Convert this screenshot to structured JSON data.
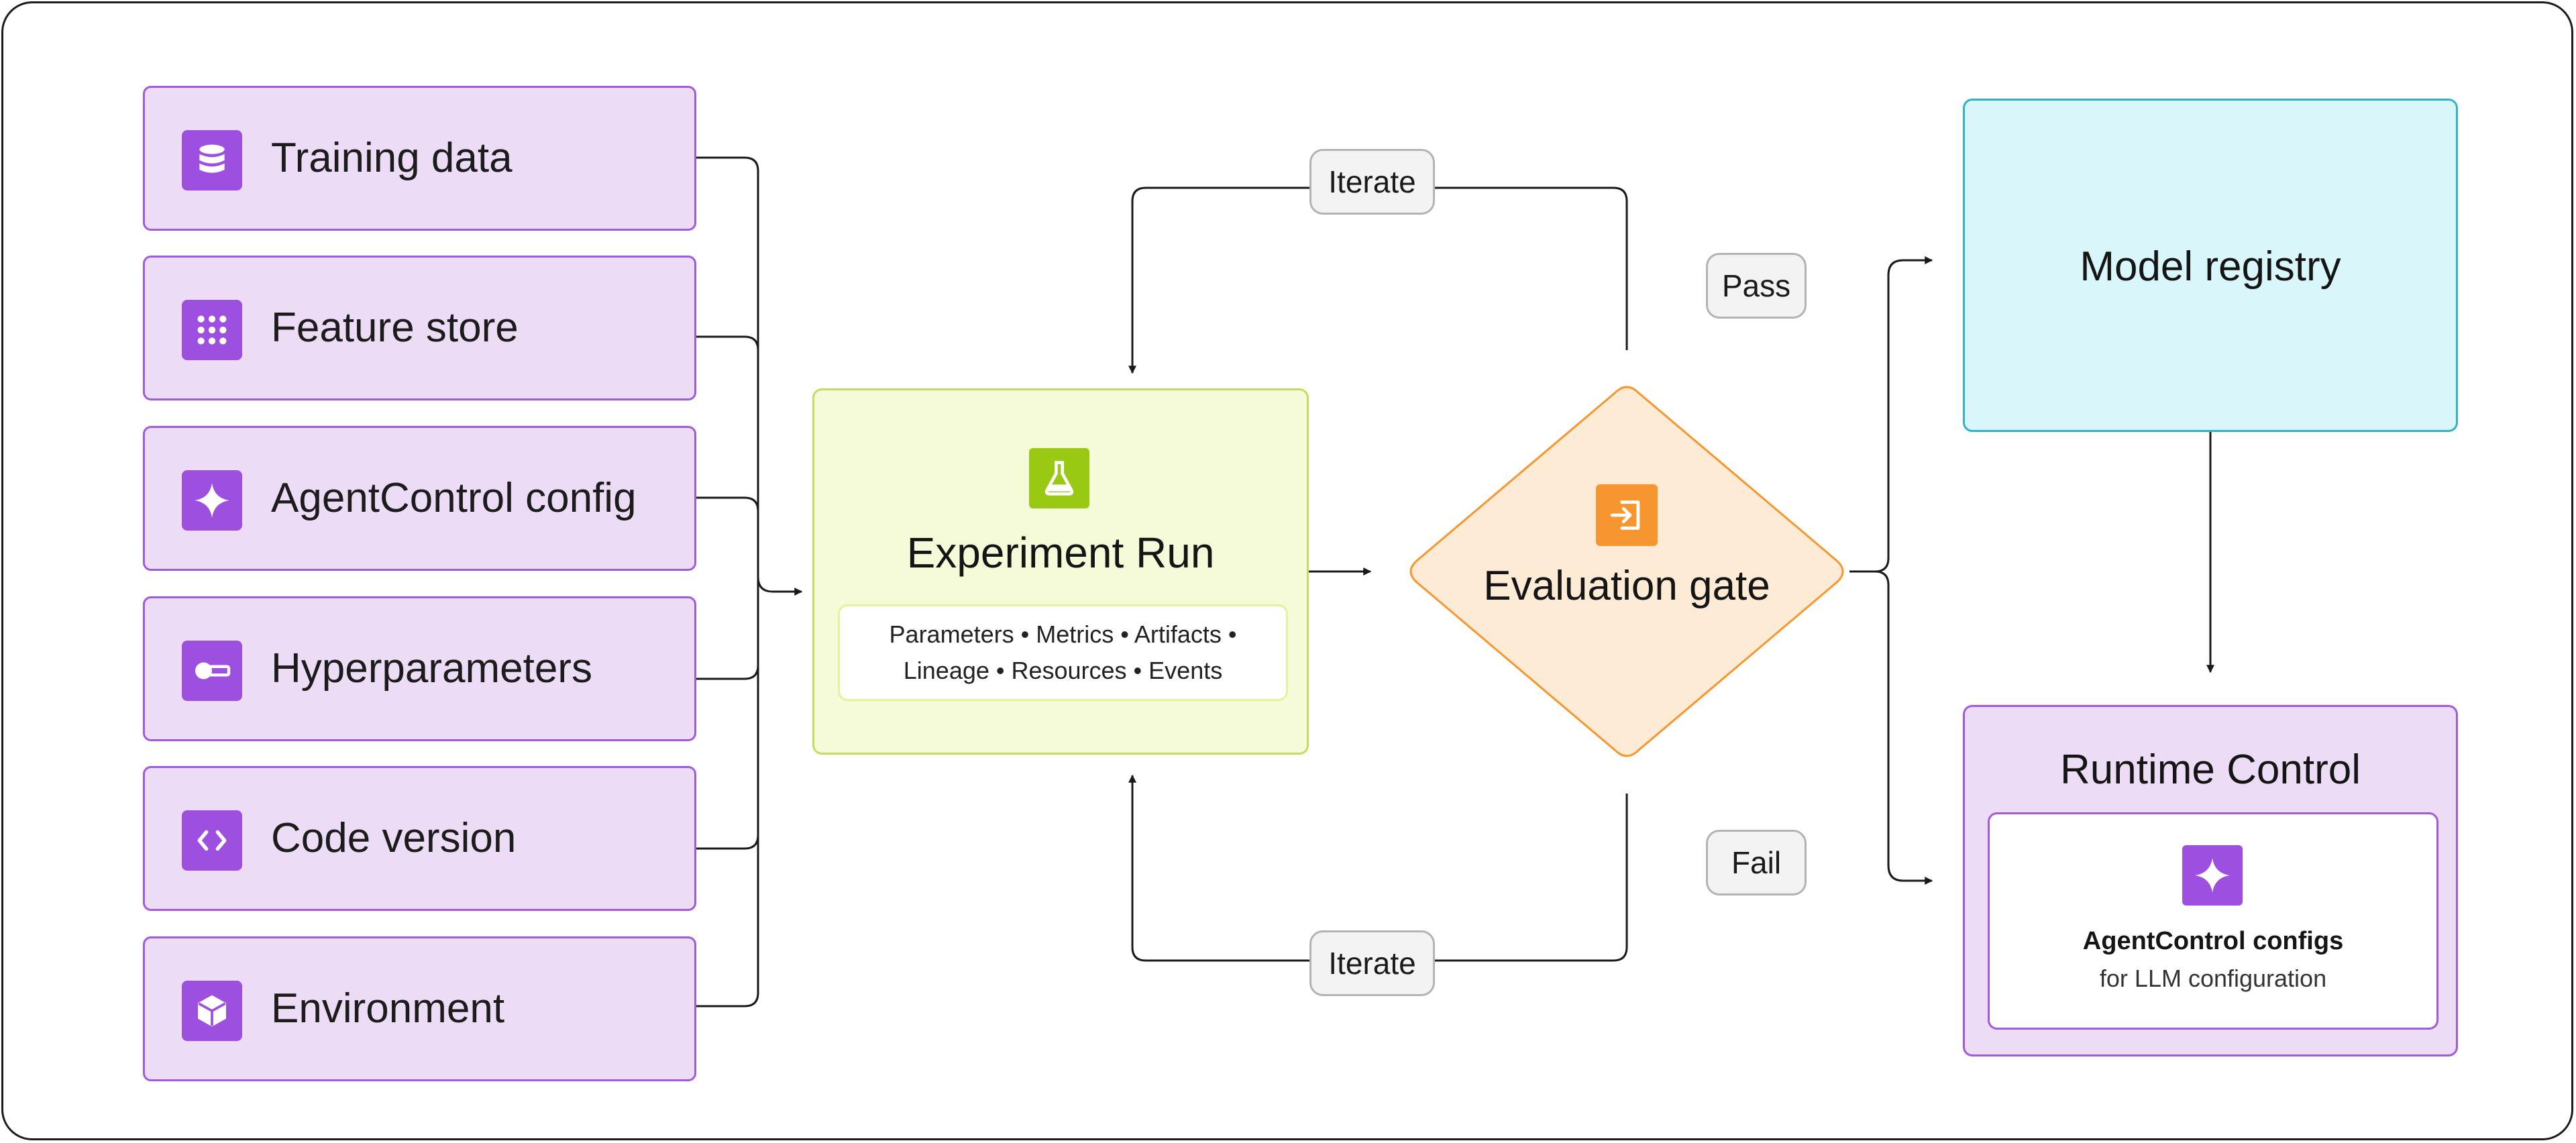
{
  "inputs": [
    {
      "label": "Training data",
      "icon": "database-icon"
    },
    {
      "label": "Feature store",
      "icon": "grid-icon"
    },
    {
      "label": "AgentControl config",
      "icon": "sparkle-icon"
    },
    {
      "label": "Hyperparameters",
      "icon": "toggle-icon"
    },
    {
      "label": "Code version",
      "icon": "code-icon"
    },
    {
      "label": "Environment",
      "icon": "cube-icon"
    }
  ],
  "experiment": {
    "title": "Experiment Run",
    "icon": "flask-icon",
    "details_line1": "Parameters • Metrics • Artifacts •",
    "details_line2": "Lineage • Resources • Events"
  },
  "loop": {
    "top_label": "Iterate",
    "bottom_label": "Iterate"
  },
  "gate": {
    "label": "Evaluation gate",
    "icon": "enter-icon",
    "pass_label": "Pass",
    "fail_label": "Fail"
  },
  "registry": {
    "label": "Model registry"
  },
  "runtime": {
    "title": "Runtime Control",
    "icon": "sparkle-icon",
    "item_name": "AgentControl configs",
    "item_desc": "for LLM configuration"
  },
  "colors": {
    "purple_fill": "#ecdcf6",
    "purple": "#9d4fe0",
    "green_fill": "#f5fbd9",
    "green": "#99c913",
    "orange_fill": "#feebd6",
    "orange": "#f7962e",
    "cyan_fill": "#d9f6fb",
    "cyan": "#2fb3c6"
  }
}
